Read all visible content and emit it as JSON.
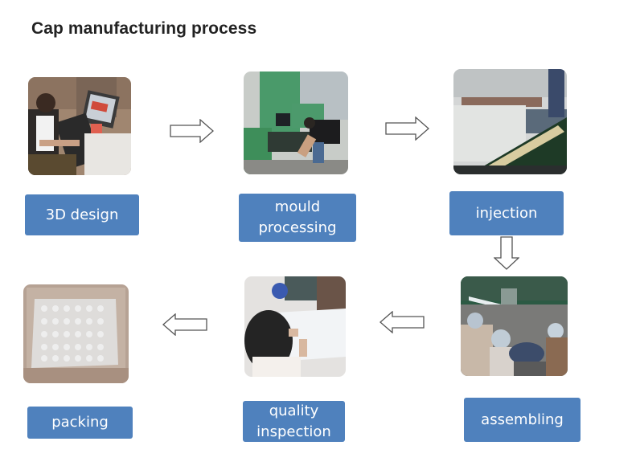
{
  "title": "Cap manufacturing process",
  "steps": [
    {
      "label": "3D design",
      "photo": "engineer-at-cad-workstation"
    },
    {
      "label": "mould\nprocessing",
      "photo": "worker-at-mould-machine"
    },
    {
      "label": "injection",
      "photo": "injection-molding-conveyor"
    },
    {
      "label": "assembling",
      "photo": "assembly-line-workers"
    },
    {
      "label": "quality\ninspection",
      "photo": "worker-inspecting-caps"
    },
    {
      "label": "packing",
      "photo": "caps-packed-in-box"
    }
  ],
  "arrows": [
    "right",
    "right",
    "down",
    "left",
    "left"
  ],
  "colors": {
    "label_bg": "#4f81bd",
    "label_text": "#ffffff",
    "arrow_stroke": "#555555"
  }
}
